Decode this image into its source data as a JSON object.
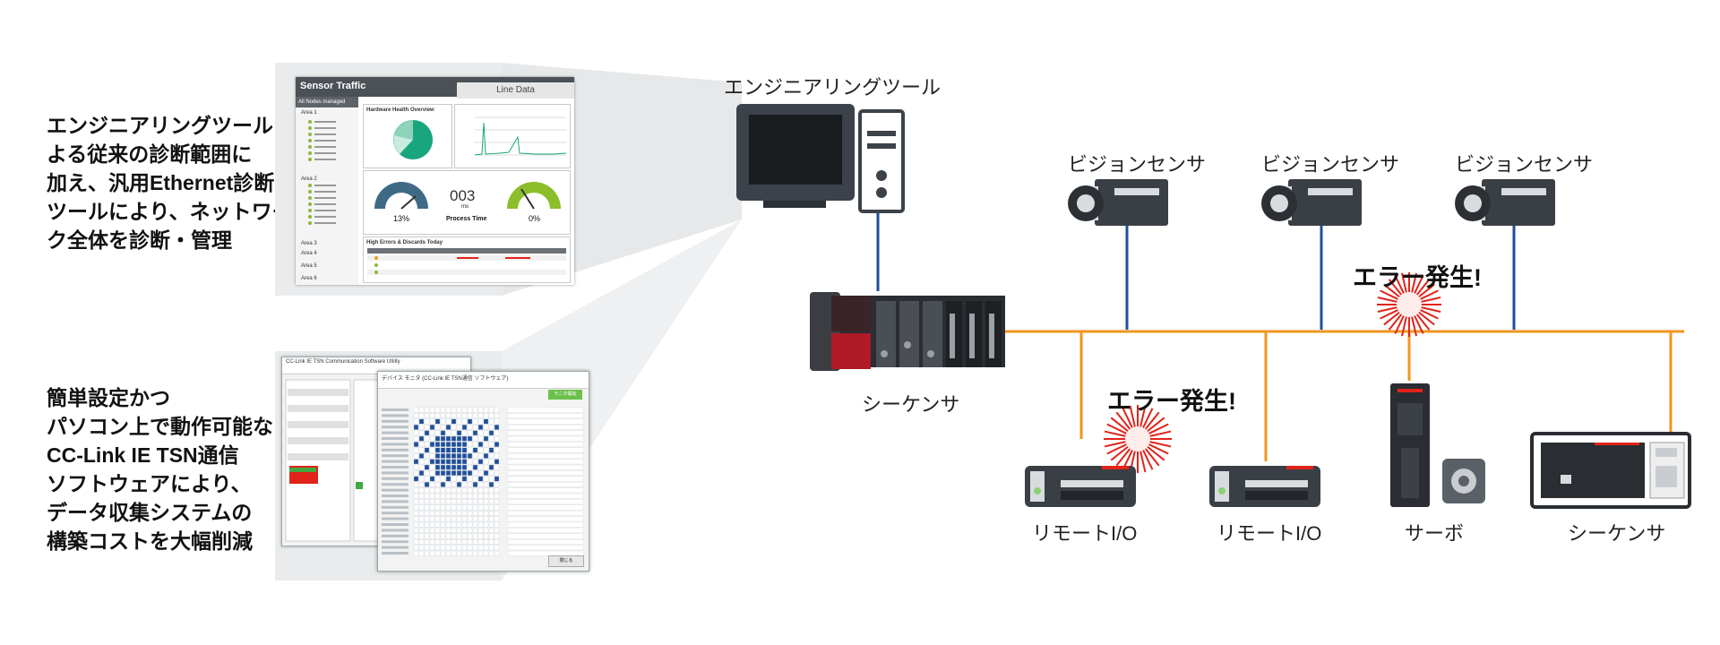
{
  "left_text_1": "エンジニアリングツールに\nよる従来の診断範囲に\n加え、汎用Ethernet診断\nツールにより、ネットワー\nク全体を診断・管理",
  "left_text_2": "簡単設定かつ\nパソコン上で動作可能な\nCC-Link IE TSN通信\nソフトウェアにより、\nデータ収集システムの\n構築コストを大幅削減",
  "labels": {
    "engineering_tool": "エンジニアリングツール",
    "vision_sensor_1": "ビジョンセンサ",
    "vision_sensor_2": "ビジョンセンサ",
    "vision_sensor_3": "ビジョンセンサ",
    "sequencer_main": "シーケンサ",
    "remote_io_1": "リモートI/O",
    "remote_io_2": "リモートI/O",
    "servo": "サーボ",
    "sequencer_right": "シーケンサ",
    "error_1": "エラー発生!",
    "error_2": "エラー発生!"
  },
  "sensor_traffic": {
    "title": "Sensor Traffic",
    "line_data": "Line Data",
    "all_nodes": "All Nodes managed",
    "area1": "Area 1",
    "area2": "Area 2",
    "area3": "Area 3",
    "area4": "Area 4",
    "area5": "Area 5",
    "area6": "Area 6",
    "hw_health": "Hardware Health Overview",
    "gauge_left": "13%",
    "gauge_center": "003",
    "gauge_unit": "ms",
    "process_time": "Process Time",
    "gauge_right": "0%",
    "errors_title": "High Errors & Discards Today"
  },
  "cc_link_window": {
    "title": "CC-Link IE TSN Communication Software Utility",
    "sub_title": "デバイス モニタ (CC-Link IE TSN通信 ソフトウェア)",
    "ok_button": "モニタ開始",
    "close_button": "閉じる"
  },
  "colors": {
    "ethernet_line": "#f0961e",
    "link_blue": "#1f4e9c",
    "sequencer_red": "#b01a27",
    "error_burst": "#e2231a"
  }
}
